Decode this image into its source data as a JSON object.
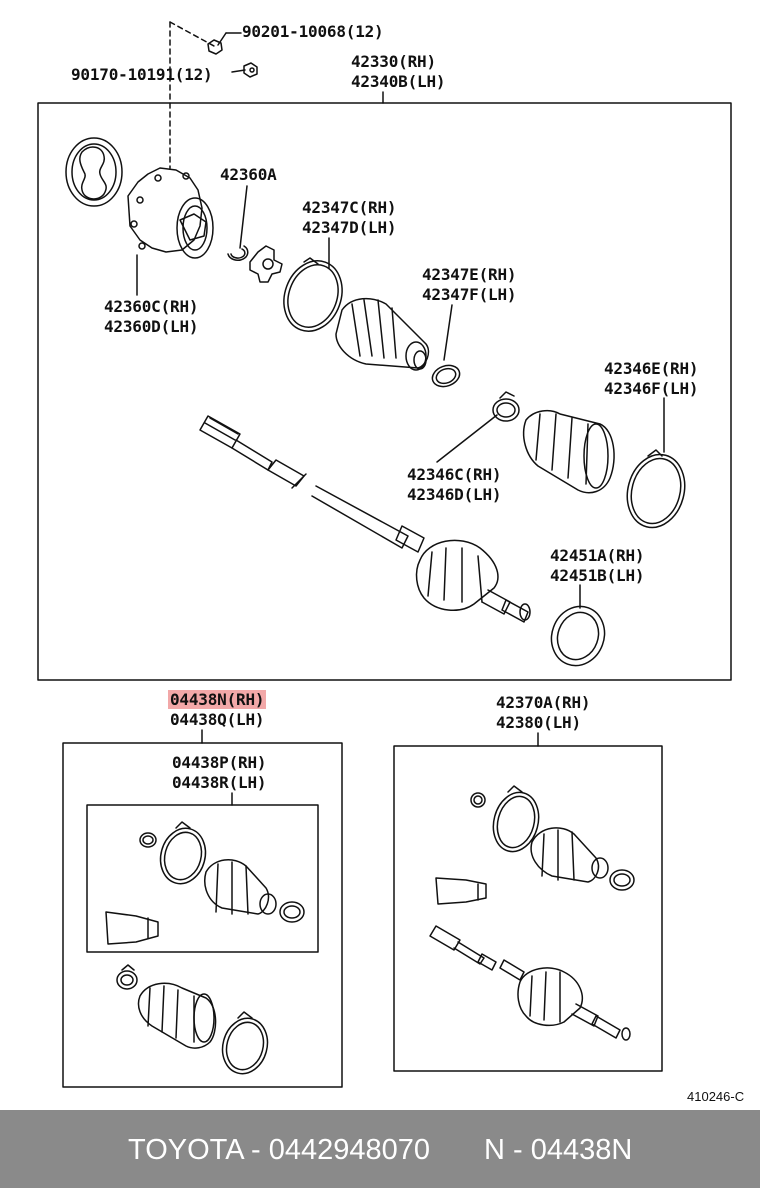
{
  "labels": {
    "bolt_a": "90201-10068(12)",
    "bolt_b": "90170-10191(12)",
    "assy_rh": "42330(RH)",
    "assy_lh": "42340B(LH)",
    "snap_ring": "42360A",
    "joint_rh": "42360C(RH)",
    "joint_lh": "42360D(LH)",
    "clamp_c_rh": "42347C(RH)",
    "clamp_c_lh": "42347D(LH)",
    "clamp_e_rh": "42347E(RH)",
    "clamp_e_lh": "42347F(LH)",
    "clamp46e_rh": "42346E(RH)",
    "clamp46e_lh": "42346F(LH)",
    "clamp46c_rh": "42346C(RH)",
    "clamp46c_lh": "42346D(LH)",
    "dust_rh": "42451A(RH)",
    "dust_lh": "42451B(LH)",
    "kit_n_rh": "04438N(RH)",
    "kit_q_lh": "04438Q(LH)",
    "kit_p_rh": "04438P(RH)",
    "kit_r_lh": "04438R(LH)",
    "shaft_rh": "42370A(RH)",
    "shaft_lh": "42380(LH)"
  },
  "diagram_code": "410246-C",
  "footer": {
    "brand_part": "TOYOTA - 0442948070",
    "ref": "N - 04438N"
  }
}
